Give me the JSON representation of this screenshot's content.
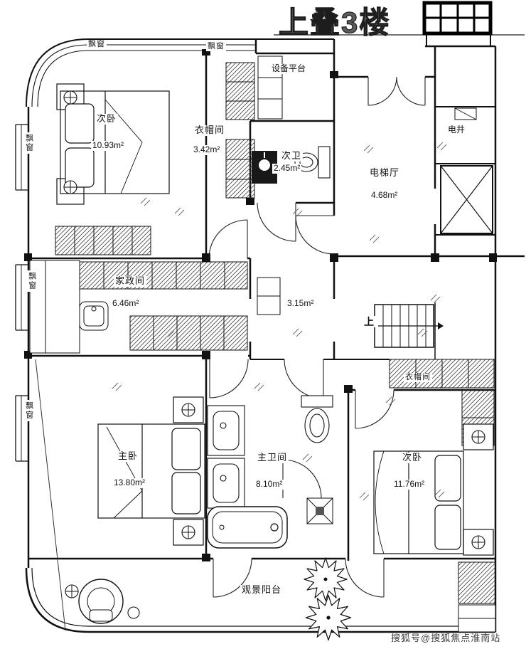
{
  "title": "上叠3楼",
  "watermark": "搜狐号@搜狐焦点淮南站",
  "annotations": {
    "bay_window": "飘窗",
    "equipment_platform": "设备平台",
    "electric_shaft": "电井",
    "stairs_up": "上",
    "closet_right": "衣帽间",
    "balcony": "观景阳台",
    "corridor_area": "3.15m²"
  },
  "rooms": {
    "bedroom_top": {
      "name": "次卧",
      "area": "10.93m²"
    },
    "cloakroom_top": {
      "name": "衣帽间",
      "area": "3.42m²"
    },
    "bath_second": {
      "name": "次卫",
      "area": "2.45m²"
    },
    "elevator_hall": {
      "name": "电梯厅",
      "area": "4.68m²"
    },
    "housekeeping": {
      "name": "家政间",
      "area": "6.46m²"
    },
    "master_bedroom": {
      "name": "主卧",
      "area": "13.80m²"
    },
    "master_bath": {
      "name": "主卫间",
      "area": "8.10m²"
    },
    "bedroom_right": {
      "name": "次卧",
      "area": "11.76m²"
    }
  }
}
